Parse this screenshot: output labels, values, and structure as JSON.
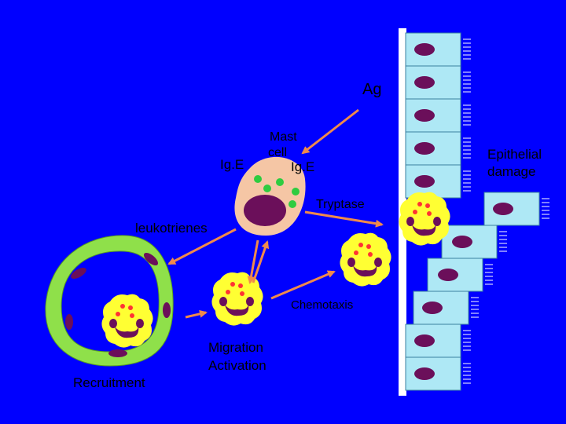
{
  "labels": {
    "ag": "Ag",
    "ige_left": "Ig.E",
    "ige_right": "Ig.E",
    "mast_cell_line1": "Mast",
    "mast_cell_line2": "cell",
    "tryptase": "Tryptase",
    "leukotrienes": "leukotrienes",
    "chemotaxis": "Chemotaxis",
    "migration": "Migration",
    "activation": "Activation",
    "recruitment": "Recruitment",
    "epithelial_line1": "Epithelial",
    "epithelial_line2": "damage"
  },
  "colors": {
    "background": "#0000ff",
    "arrow": "#f08a4b",
    "mast_cell": "#f5c6a5",
    "mast_nucleus": "#6b0f5a",
    "granule": "#2ecc40",
    "eosinophil": "#ffff33",
    "eosinophil_nucleus": "#6b0f5a",
    "epithelial_cell": "#aee8f5",
    "epithelial_nucleus": "#6b0f5a",
    "vessel": "#8fe04a",
    "membrane": "#ffffff"
  },
  "icons": {
    "eosinophil": "eosinophil-cell-icon",
    "mast_cell": "mast-cell-icon",
    "epithelial_cell": "epithelial-cell-icon",
    "vessel": "blood-vessel-icon"
  }
}
